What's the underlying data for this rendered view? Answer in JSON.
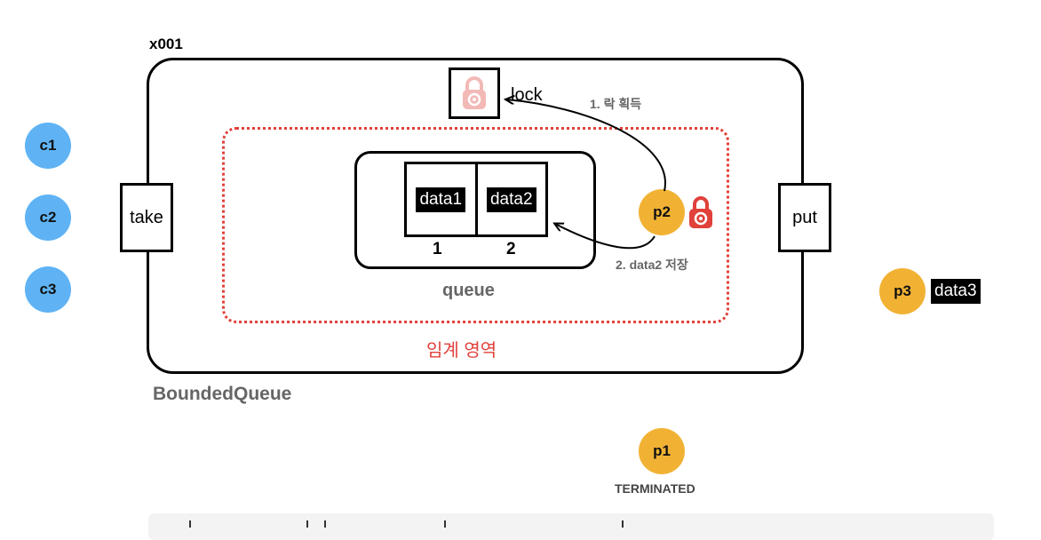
{
  "instance_id": "x001",
  "bounded_queue_label": "BoundedQueue",
  "critical_section_label": "임계 영역",
  "queue": {
    "label": "queue",
    "slots": [
      {
        "data": "data1",
        "index": "1"
      },
      {
        "data": "data2",
        "index": "2"
      }
    ]
  },
  "methods": {
    "take": "take",
    "put": "put"
  },
  "lock": {
    "label": "lock",
    "icon": "lock-icon",
    "icon_state": "faded"
  },
  "consumers": [
    "c1",
    "c2",
    "c3"
  ],
  "producers": {
    "p2": {
      "label": "p2",
      "holds_lock": true,
      "lock_color": "#e0413a"
    },
    "p3": {
      "label": "p3",
      "data": "data3"
    },
    "p1": {
      "label": "p1",
      "state": "TERMINATED"
    }
  },
  "steps": {
    "step1": "1. 락 획득",
    "step2": "2. data2 저장"
  },
  "colors": {
    "consumer": "#5fb3f5",
    "producer": "#f1b234",
    "critical_section": "#e0413a",
    "label_gray": "#666666"
  }
}
